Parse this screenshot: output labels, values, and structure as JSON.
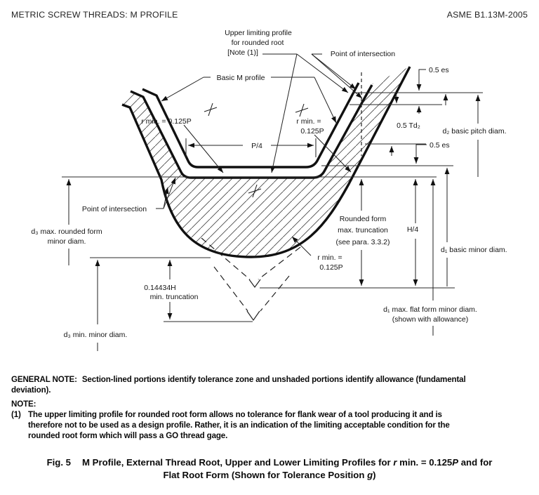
{
  "header": {
    "left": "METRIC SCREW THREADS: M PROFILE",
    "right": "ASME B1.13M-2005"
  },
  "diagram": {
    "labels": {
      "upper_limiting_1": "Upper limiting profile",
      "upper_limiting_2": "for rounded root",
      "upper_limiting_3": "[Note (1)]",
      "poi_top": "Point of intersection",
      "basic_m": "Basic M profile",
      "r_min_left": "r min. = 0.125P",
      "r_min_right_1": "r min. =",
      "r_min_right_2": "0.125P",
      "p_over_4": "P/4",
      "es_top": "0.5 es",
      "td2": "0.5 Td₂",
      "d2": "d₂ basic pitch diam.",
      "es_mid": "0.5 es",
      "poi_left": "Point of intersection",
      "d3_max_1": "d₃ max. rounded form",
      "d3_max_2": "minor diam.",
      "rounded_1": "Rounded form",
      "rounded_2": "max. truncation",
      "rounded_3": "(see para. 3.3.2)",
      "h_over_4": "H/4",
      "d1_basic": "d₁ basic minor diam.",
      "r_min_bot_1": "r min. =",
      "r_min_bot_2": "0.125P",
      "trunc_1": "0.14434H",
      "trunc_2": "min. truncation",
      "d1_max_1": "d₁ max. flat form minor diam.",
      "d1_max_2": "(shown with allowance)",
      "d3_min": "d₃ min. minor diam."
    }
  },
  "notes": {
    "general_label": "GENERAL NOTE:",
    "general_1": "Section-lined portions identify tolerance zone and unshaded portions identify allowance (fundamental",
    "general_2": "deviation).",
    "note_label": "NOTE:",
    "note1_num": "(1)",
    "note1_1": "The upper limiting profile for rounded root form allows no tolerance for flank wear of a tool producing it and is",
    "note1_2": "therefore not to be used as a design profile. Rather, it is an indication of the limiting acceptable condition for the",
    "note1_3": "rounded root form which will pass a GO thread gage."
  },
  "caption": {
    "fig": "Fig. 5",
    "part1": "M Profile, External Thread Root, Upper and Lower Limiting Profiles for ",
    "italic1": "r",
    "part2": " min. = 0.125",
    "italic2": "P",
    "part3": " and for",
    "line2_part1": "Flat Root Form (Shown for Tolerance Position ",
    "italic3": "g",
    "line2_part2": ")"
  }
}
